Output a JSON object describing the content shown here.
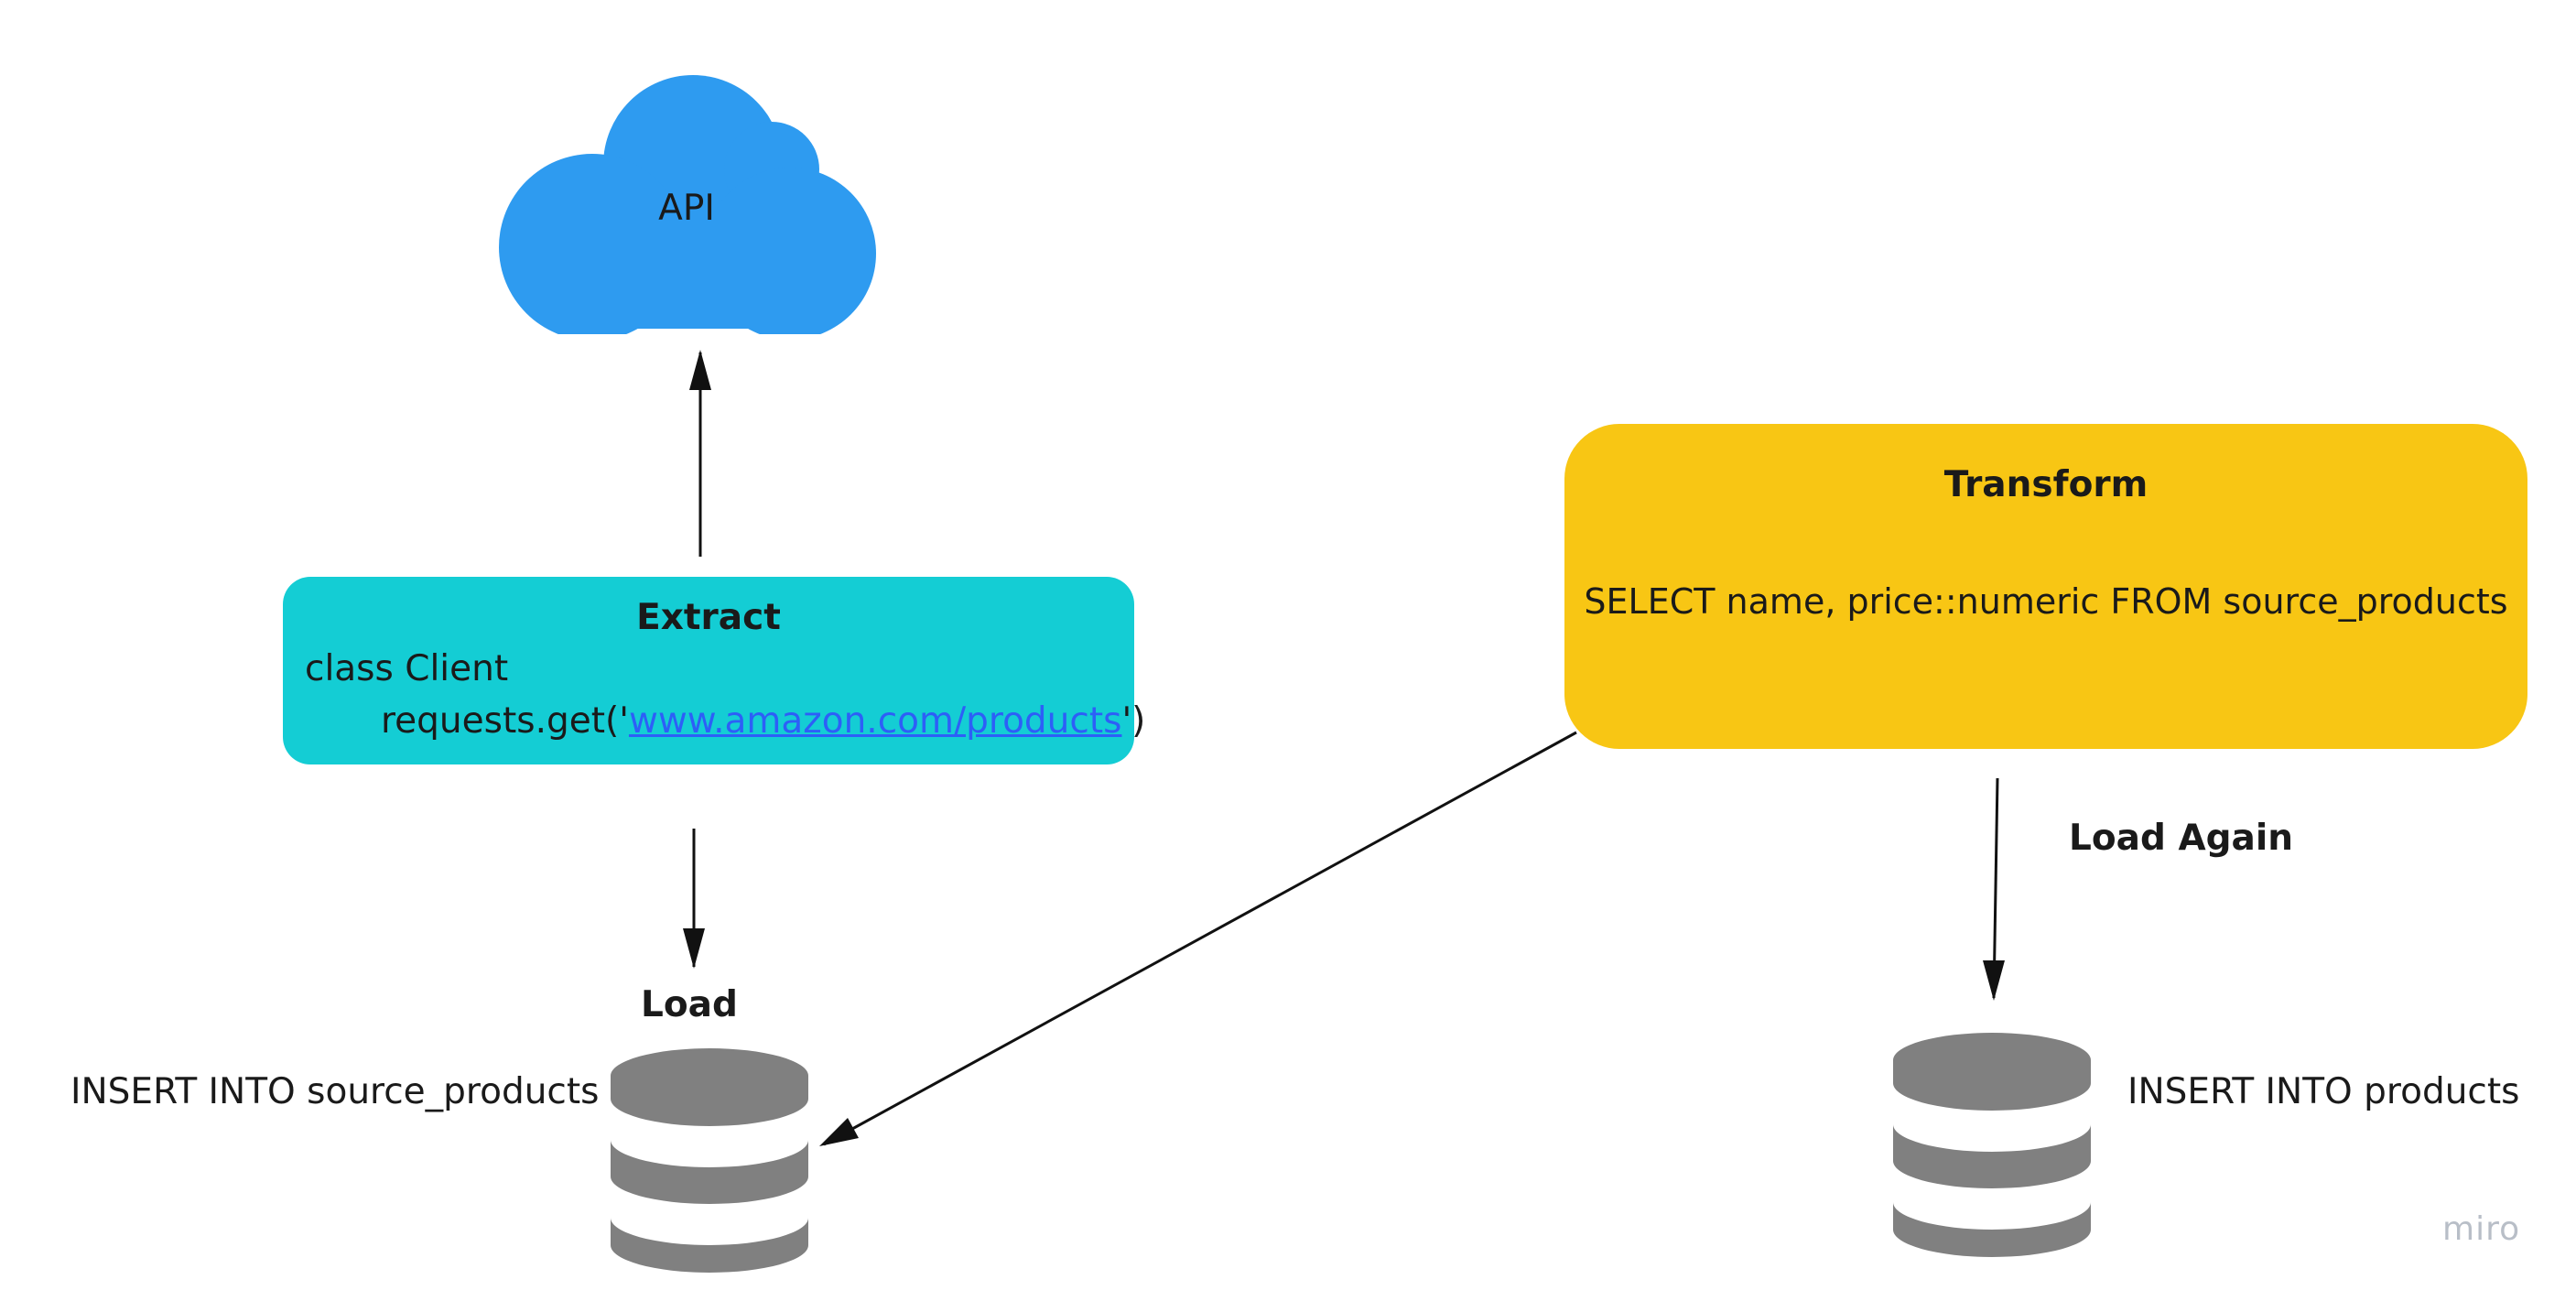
{
  "nodes": {
    "api": {
      "label": "API",
      "color": "#2e9bf0"
    },
    "extract": {
      "title": "Extract",
      "line1": "class Client",
      "line2_prefix": "requests.get('",
      "line2_link": "www.amazon.com/products",
      "line2_suffix": "')",
      "color": "#14cdd4",
      "link_color": "#2d5ff7"
    },
    "load": {
      "title": "Load",
      "query": "INSERT INTO source_products"
    },
    "transform": {
      "title": "Transform",
      "query": "SELECT name, price::numeric FROM source_products",
      "color": "#f8c614"
    },
    "load_again": {
      "title": "Load Again",
      "query": "INSERT INTO products"
    }
  },
  "database_color": "#808080",
  "watermark": "miro",
  "edges": [
    {
      "from": "extract",
      "to": "api"
    },
    {
      "from": "extract",
      "to": "load"
    },
    {
      "from": "transform",
      "to": "load"
    },
    {
      "from": "transform",
      "to": "load_again"
    }
  ]
}
